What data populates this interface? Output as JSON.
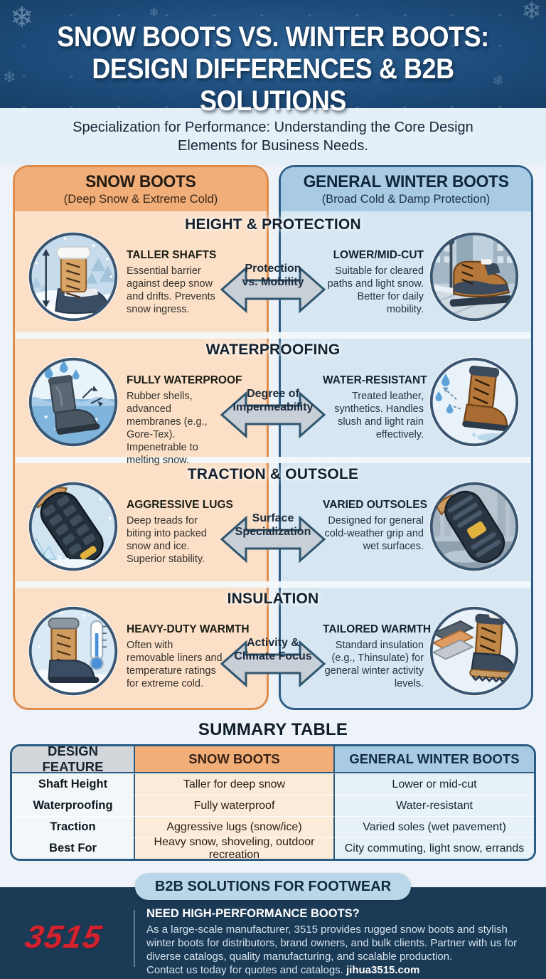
{
  "header": {
    "title_line1": "SNOW BOOTS VS. WINTER BOOTS:",
    "title_line2": "DESIGN DIFFERENCES & B2B SOLUTIONS"
  },
  "intro": {
    "text": "Specialization for Performance: Understanding the Core Design Elements for Business Needs."
  },
  "columns": {
    "snow": {
      "title": "SNOW BOOTS",
      "subtitle": "(Deep Snow & Extreme Cold)"
    },
    "winter": {
      "title": "GENERAL WINTER BOOTS",
      "subtitle": "(Broad Cold & Damp Protection)"
    }
  },
  "sections": [
    {
      "heading": "HEIGHT & PROTECTION",
      "left": {
        "title": "TALLER SHAFTS",
        "text": "Essential barrier against deep snow and drifts. Prevents snow ingress.",
        "icon": "tall-boot-in-snow-illustration"
      },
      "arrow": {
        "line1": "Protection",
        "line2": "vs. Mobility"
      },
      "right": {
        "title": "LOWER/MID-CUT",
        "text": "Suitable for cleared paths and light snow. Better for daily mobility.",
        "icon": "city-street-boot-illustration"
      }
    },
    {
      "heading": "WATERPROOFING",
      "left": {
        "title": "FULLY WATERPROOF",
        "text": "Rubber shells, advanced membranes (e.g., Gore-Tex). Impenetrable to melting snow.",
        "icon": "submerged-rubber-boot-illustration"
      },
      "arrow": {
        "line1": "Degree of",
        "line2": "Impermeability"
      },
      "right": {
        "title": "WATER-RESISTANT",
        "text": "Treated leather, synthetics. Handles slush and light rain effectively.",
        "icon": "water-repelling-boot-illustration"
      }
    },
    {
      "heading": "TRACTION & OUTSOLE",
      "left": {
        "title": "AGGRESSIVE LUGS",
        "text": "Deep treads for biting into packed snow and ice. Superior stability.",
        "icon": "aggressive-lug-sole-illustration"
      },
      "arrow": {
        "line1": "Surface",
        "line2": "Specialization"
      },
      "right": {
        "title": "VARIED OUTSOLES",
        "text": "Designed for general cold-weather grip and wet surfaces.",
        "icon": "varied-outsole-illustration"
      }
    },
    {
      "heading": "INSULATION",
      "left": {
        "title": "HEAVY-DUTY WARMTH",
        "text": "Often with removable liners and temperature ratings for extreme cold.",
        "icon": "thermometer-boot-illustration"
      },
      "arrow": {
        "line1": "Activity &",
        "line2": "Climate Focus"
      },
      "right": {
        "title": "TAILORED WARMTH",
        "text": "Standard insulation (e.g., Thinsulate) for general winter activity levels.",
        "icon": "insulation-layers-boot-illustration"
      }
    }
  ],
  "summary_table": {
    "title": "SUMMARY TABLE",
    "headers": [
      "DESIGN FEATURE",
      "SNOW BOOTS",
      "GENERAL WINTER BOOTS"
    ],
    "rows": [
      [
        "Shaft Height",
        "Taller for deep snow",
        "Lower or mid-cut"
      ],
      [
        "Waterproofing",
        "Fully waterproof",
        "Water-resistant"
      ],
      [
        "Traction",
        "Aggressive lugs (snow/ice)",
        "Varied soles (wet pavement)"
      ],
      [
        "Best For",
        "Heavy snow, shoveling, outdoor recreation",
        "City commuting, light snow, errands"
      ]
    ]
  },
  "footer": {
    "badge": "B2B SOLUTIONS FOR FOOTWEAR",
    "logo": "3515",
    "headline": "NEED HIGH-PERFORMANCE BOOTS?",
    "body": "As a large-scale manufacturer, 3515 provides rugged snow boots and stylish winter boots for distributors, brand owners, and bulk clients. Partner with us for diverse catalogs, quality manufacturing, and scalable production.",
    "cta": "Contact us today for quotes and catalogs.",
    "url": "jihua3515.com"
  },
  "colors": {
    "hero_navy": "#1e4c7b",
    "footer_navy": "#1b3a55",
    "logo_red": "#d3222e",
    "panel_orange_border": "#dd8c4c",
    "panel_orange_header": "#f1ae79",
    "panel_orange_body": "#fbdfc6",
    "panel_blue_border": "#2e5e88",
    "panel_blue_header": "#a8cbe3",
    "panel_blue_body": "#d6e7f3",
    "arrow_gray": "#c9cfd6",
    "table_gray_header": "#d2d7db"
  }
}
